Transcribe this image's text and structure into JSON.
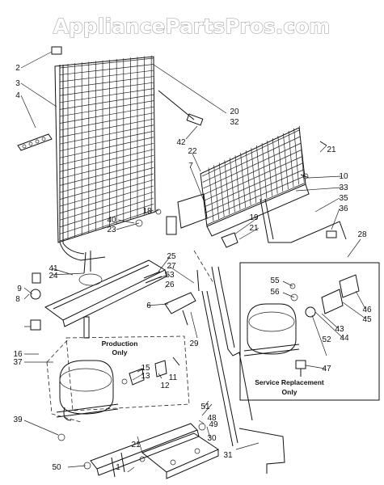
{
  "watermark": "AppliancePartsPros.com",
  "boxes": {
    "production": "Production\nOnly",
    "service": "Service Replacement\nOnly"
  },
  "callouts": [
    "2",
    "3",
    "4",
    "20",
    "32",
    "42",
    "21",
    "22",
    "7",
    "10",
    "33",
    "35",
    "36",
    "18",
    "19",
    "21",
    "40",
    "23",
    "28",
    "25",
    "41",
    "27",
    "24",
    "53",
    "55",
    "56",
    "26",
    "9",
    "6",
    "46",
    "45",
    "8",
    "44",
    "43",
    "52",
    "16",
    "47",
    "37",
    "29",
    "15",
    "13",
    "11",
    "12",
    "48",
    "51",
    "49",
    "39",
    "30",
    "21",
    "31",
    "50",
    "1"
  ],
  "colors": {
    "ink": "#111111",
    "paper": "#ffffff",
    "watermark_outline": "#9a9a9a"
  }
}
